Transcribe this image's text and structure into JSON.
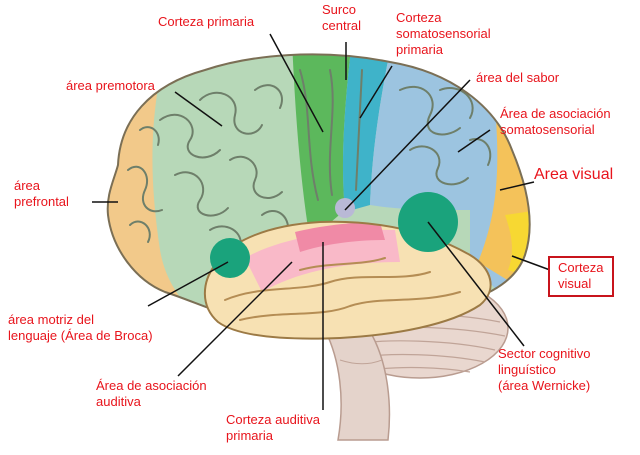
{
  "diagram": {
    "labels": {
      "corteza_primaria": "Corteza primaria",
      "surco_central": "Surco\ncentral",
      "corteza_somatosensorial_primaria": "Corteza\nsomatosensorial\nprimaria",
      "area_premotora": "área premotora",
      "area_del_sabor": "área del sabor",
      "area_asociacion_somatosensorial": "Área de asociación\nsomatosensorial",
      "area_visual": "Area visual",
      "area_prefrontal": "área\nprefrontal",
      "corteza_visual": "Corteza\nvisual",
      "area_motriz_lenguaje": "área motriz del\nlenguaje (Área de Broca)",
      "sector_cognitivo": "Sector cognitivo\nlinguístico\n(área Wernicke)",
      "area_asociacion_auditiva": "Área de asociación\nauditiva",
      "corteza_auditiva_primaria": "Corteza auditiva\nprimaria"
    },
    "region_colors": {
      "prefrontal": "#f2c98a",
      "premotor": "#b7d8b8",
      "motor_primary": "#5cb85c",
      "somatosensory_primary": "#3fb3c9",
      "somatosensory_association": "#9cc4e0",
      "visual_association": "#f4c25a",
      "visual_primary": "#f7d832",
      "temporal": "#f7e1b3",
      "auditory_primary": "#f08aa6",
      "auditory_association": "#f9b9c8",
      "broca": "#1aa37c",
      "wernicke": "#1aa37c",
      "taste": "#b9b9d6",
      "cerebellum": "#e9d7cf",
      "brainstem": "#e4d3cb",
      "label_text": "#e8141c",
      "leader_line": "#111111"
    }
  }
}
